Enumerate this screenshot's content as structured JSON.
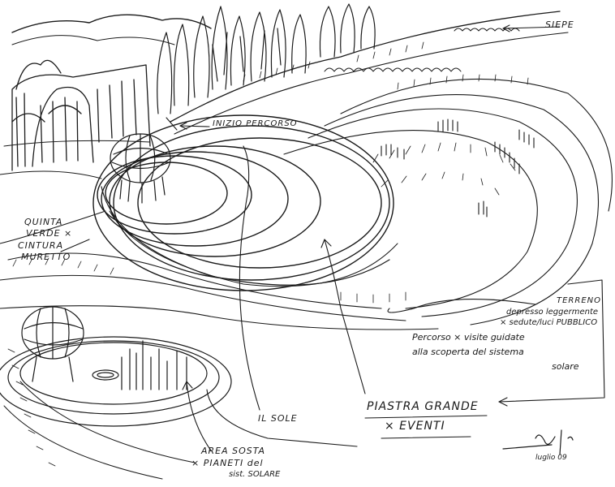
{
  "palette": {
    "ink": "#1a1a1a",
    "paper": "#ffffff"
  },
  "labels": {
    "siepe": "SIEPE",
    "inizio_percorso": "INIZIO PERCORSO",
    "quinta": [
      "QUINTA",
      "VERDE ×",
      "CINTURA",
      "MURETTO"
    ],
    "terreno": [
      "TERRENO",
      "depresso leggermente",
      "× sedute/luci PUBBLICO"
    ],
    "percorso": [
      "Percorso × visite guidate",
      "alla scoperta del sistema",
      "solare"
    ],
    "il_sole": "IL SOLE",
    "piastra": [
      "PIASTRA GRANDE",
      "× EVENTI"
    ],
    "area_sosta": [
      "AREA SOSTA",
      "× PIANETI del",
      "sist. SOLARE"
    ],
    "date": "luglio 09"
  }
}
